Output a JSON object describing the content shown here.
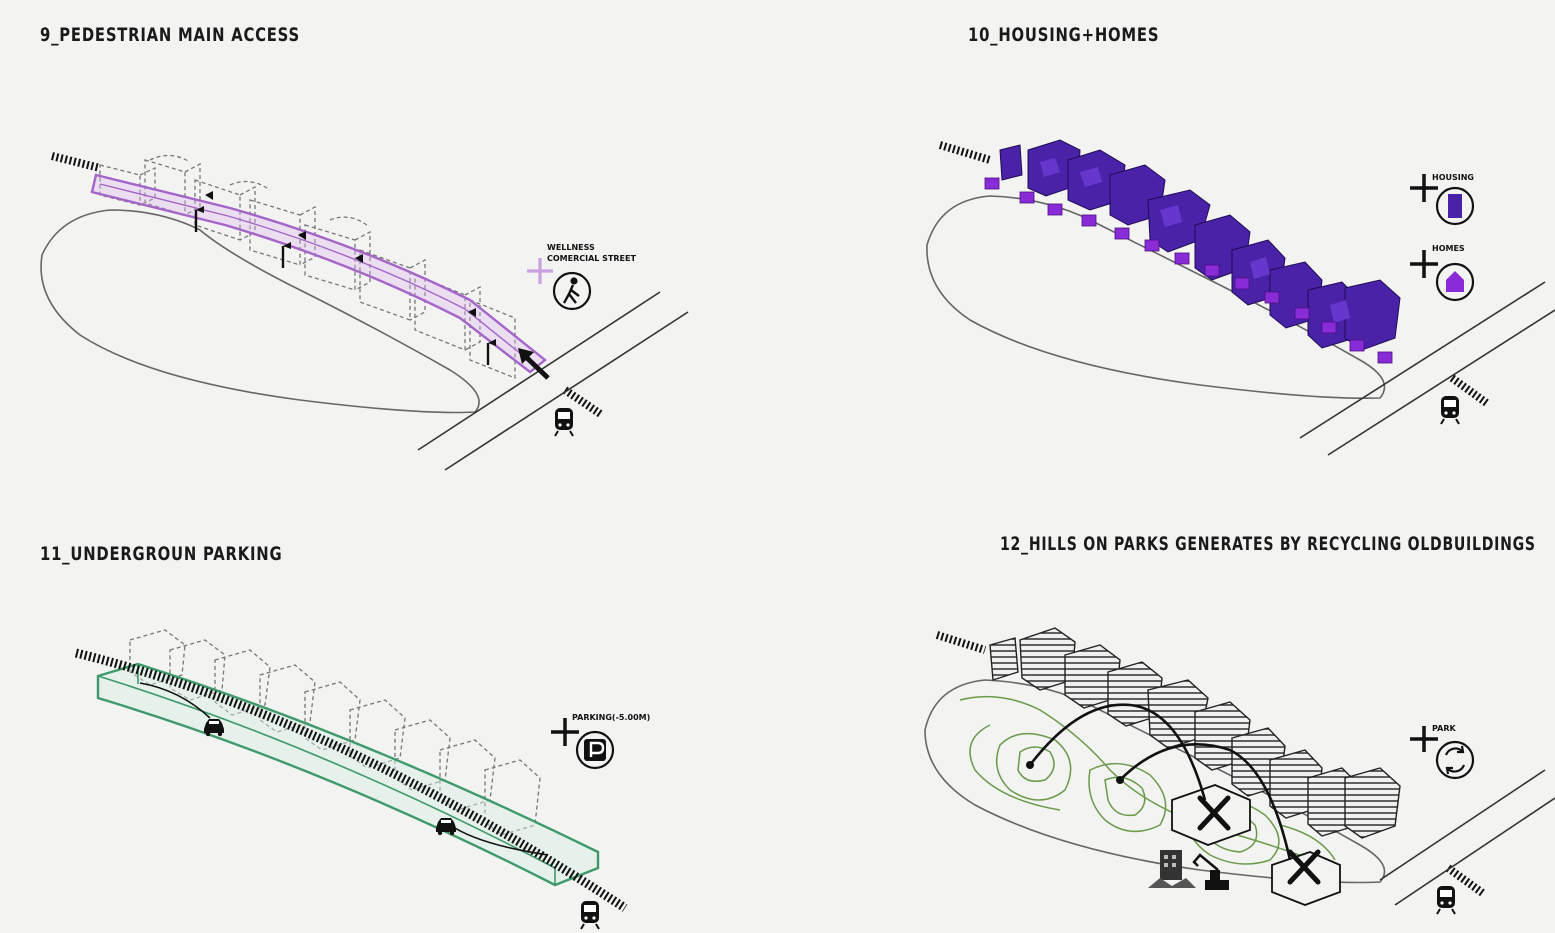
{
  "panels": {
    "p9": {
      "title": "9_PEDESTRIAN MAIN ACCESS",
      "legend": {
        "line1": "WELLNESS",
        "line2": "COMERCIAL STREET",
        "icon": "pedestrian-icon",
        "accent": "#a464c8"
      }
    },
    "p10": {
      "title": "10_HOUSING+HOMES",
      "legend_housing": {
        "label": "HOUSING",
        "icon": "housing-block-icon"
      },
      "legend_homes": {
        "label": "HOMES",
        "icon": "home-icon"
      },
      "accent": "#4a22a8"
    },
    "p11": {
      "title": "11_UNDERGROUN PARKING",
      "legend": {
        "label": "PARKING(-5.00M)",
        "icon": "parking-icon"
      },
      "accent": "#3f9a6a"
    },
    "p12": {
      "title": "12_HILLS ON PARKS GENERATES BY RECYCLING OLDBUILDINGS",
      "legend": {
        "label": "PARK",
        "icon": "recycle-icon"
      },
      "accent": "#6a9a4a"
    }
  },
  "colors": {
    "ink": "#1a1a1a",
    "background": "#f3f3f2",
    "ghost": "#777777"
  }
}
